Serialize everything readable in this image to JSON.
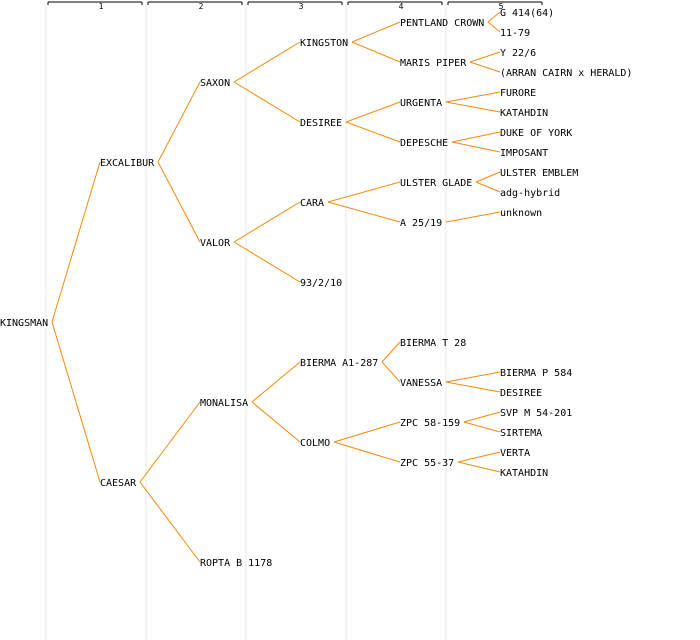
{
  "columns": [
    "1",
    "2",
    "3",
    "4",
    "5"
  ],
  "colors": {
    "line": "#f08a0c",
    "column_divider": "#e8e8e8",
    "header_bar": "#000000"
  },
  "root": {
    "name": "KINGSMAN",
    "children": [
      {
        "name": "EXCALIBUR",
        "children": [
          {
            "name": "SAXON",
            "children": [
              {
                "name": "KINGSTON",
                "children": [
                  {
                    "name": "PENTLAND CROWN",
                    "children": [
                      {
                        "name": "G 414(64)"
                      },
                      {
                        "name": "11-79"
                      }
                    ]
                  },
                  {
                    "name": "MARIS PIPER",
                    "children": [
                      {
                        "name": "Y 22/6"
                      },
                      {
                        "name": "(ARRAN CAIRN x HERALD)"
                      }
                    ]
                  }
                ]
              },
              {
                "name": "DESIREE",
                "children": [
                  {
                    "name": "URGENTA",
                    "children": [
                      {
                        "name": "FURORE"
                      },
                      {
                        "name": "KATAHDIN"
                      }
                    ]
                  },
                  {
                    "name": "DEPESCHE",
                    "children": [
                      {
                        "name": "DUKE OF YORK"
                      },
                      {
                        "name": "IMPOSANT"
                      }
                    ]
                  }
                ]
              }
            ]
          },
          {
            "name": "VALOR",
            "children": [
              {
                "name": "CARA",
                "children": [
                  {
                    "name": "ULSTER GLADE",
                    "children": [
                      {
                        "name": "ULSTER EMBLEM"
                      },
                      {
                        "name": "adg-hybrid"
                      }
                    ]
                  },
                  {
                    "name": "A 25/19",
                    "children": [
                      {
                        "name": "unknown"
                      }
                    ]
                  }
                ]
              },
              {
                "name": "93/2/10"
              }
            ]
          }
        ]
      },
      {
        "name": "CAESAR",
        "children": [
          {
            "name": "MONALISA",
            "children": [
              {
                "name": "BIERMA A1-287",
                "children": [
                  {
                    "name": "BIERMA T 28"
                  },
                  {
                    "name": "VANESSA",
                    "children": [
                      {
                        "name": "BIERMA P 584"
                      },
                      {
                        "name": "DESIREE"
                      }
                    ]
                  }
                ]
              },
              {
                "name": "COLMO",
                "children": [
                  {
                    "name": "ZPC 58-159",
                    "children": [
                      {
                        "name": "SVP M 54-201"
                      },
                      {
                        "name": "SIRTEMA"
                      }
                    ]
                  },
                  {
                    "name": "ZPC 55-37",
                    "children": [
                      {
                        "name": "VERTA"
                      },
                      {
                        "name": "KATAHDIN"
                      }
                    ]
                  }
                ]
              }
            ]
          },
          {
            "name": "ROPTA B 1178"
          }
        ]
      }
    ]
  }
}
